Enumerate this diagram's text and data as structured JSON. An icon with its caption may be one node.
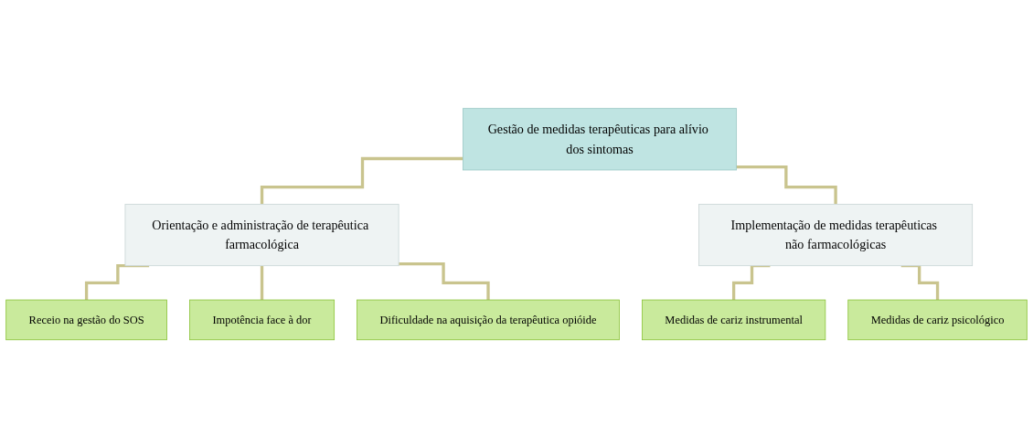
{
  "diagram": {
    "nodes": [
      {
        "text": [
          "Gestão de medidas terapêuticas para alívio dos sintomas"
        ]
      },
      {
        "text": [
          "Orientação e administração de terapêutica farmacológica"
        ]
      },
      {
        "text": [
          "Implementação de medidas terapêuticas não farmacológicas"
        ]
      },
      {
        "text": [
          "Receio na gestão do SOS"
        ]
      },
      {
        "text": [
          "Impotência face à dor"
        ]
      },
      {
        "text": [
          "Dificuldade na aquisição da terapêutica opióide"
        ]
      },
      {
        "text": [
          "Medidas de cariz instrumental"
        ]
      },
      {
        "text": [
          "Medidas de cariz psicológico"
        ]
      }
    ],
    "edges": [
      {
        "from": 0,
        "to": 1,
        "arrow": "none"
      },
      {
        "from": 0,
        "to": 2,
        "arrow": "none"
      },
      {
        "from": 1,
        "to": 3,
        "arrow": "none"
      },
      {
        "from": 1,
        "to": 4,
        "arrow": "none"
      },
      {
        "from": 1,
        "to": 5,
        "arrow": "none"
      },
      {
        "from": 2,
        "to": 6,
        "arrow": "none"
      },
      {
        "from": 2,
        "to": 7,
        "arrow": "none"
      }
    ]
  }
}
